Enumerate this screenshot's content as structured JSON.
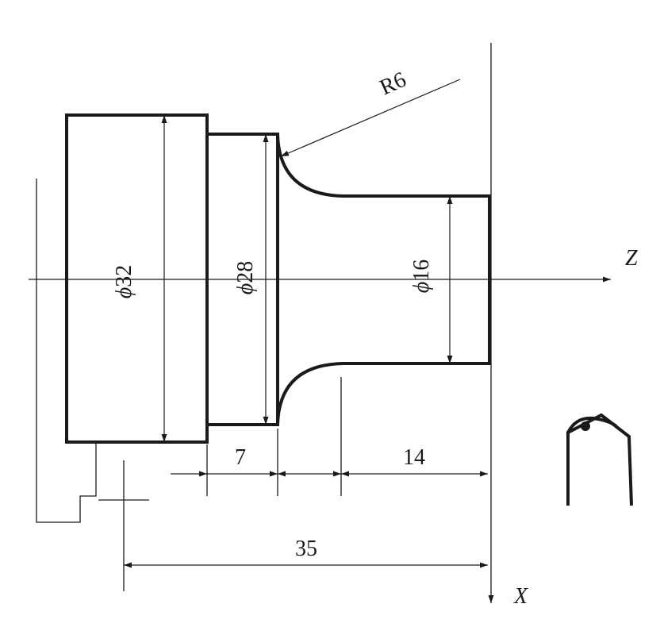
{
  "dimensions": {
    "d32": {
      "symbol": "ϕ",
      "value": "32"
    },
    "d28": {
      "symbol": "ϕ",
      "value": "28"
    },
    "d16": {
      "symbol": "ϕ",
      "value": "16"
    },
    "radius": "R6",
    "len_7": "7",
    "len_14": "14",
    "len_35": "35"
  },
  "axes": {
    "z_label": "Z",
    "x_label": "X"
  },
  "colors": {
    "line": "#1a1a1a",
    "background": "#ffffff"
  }
}
